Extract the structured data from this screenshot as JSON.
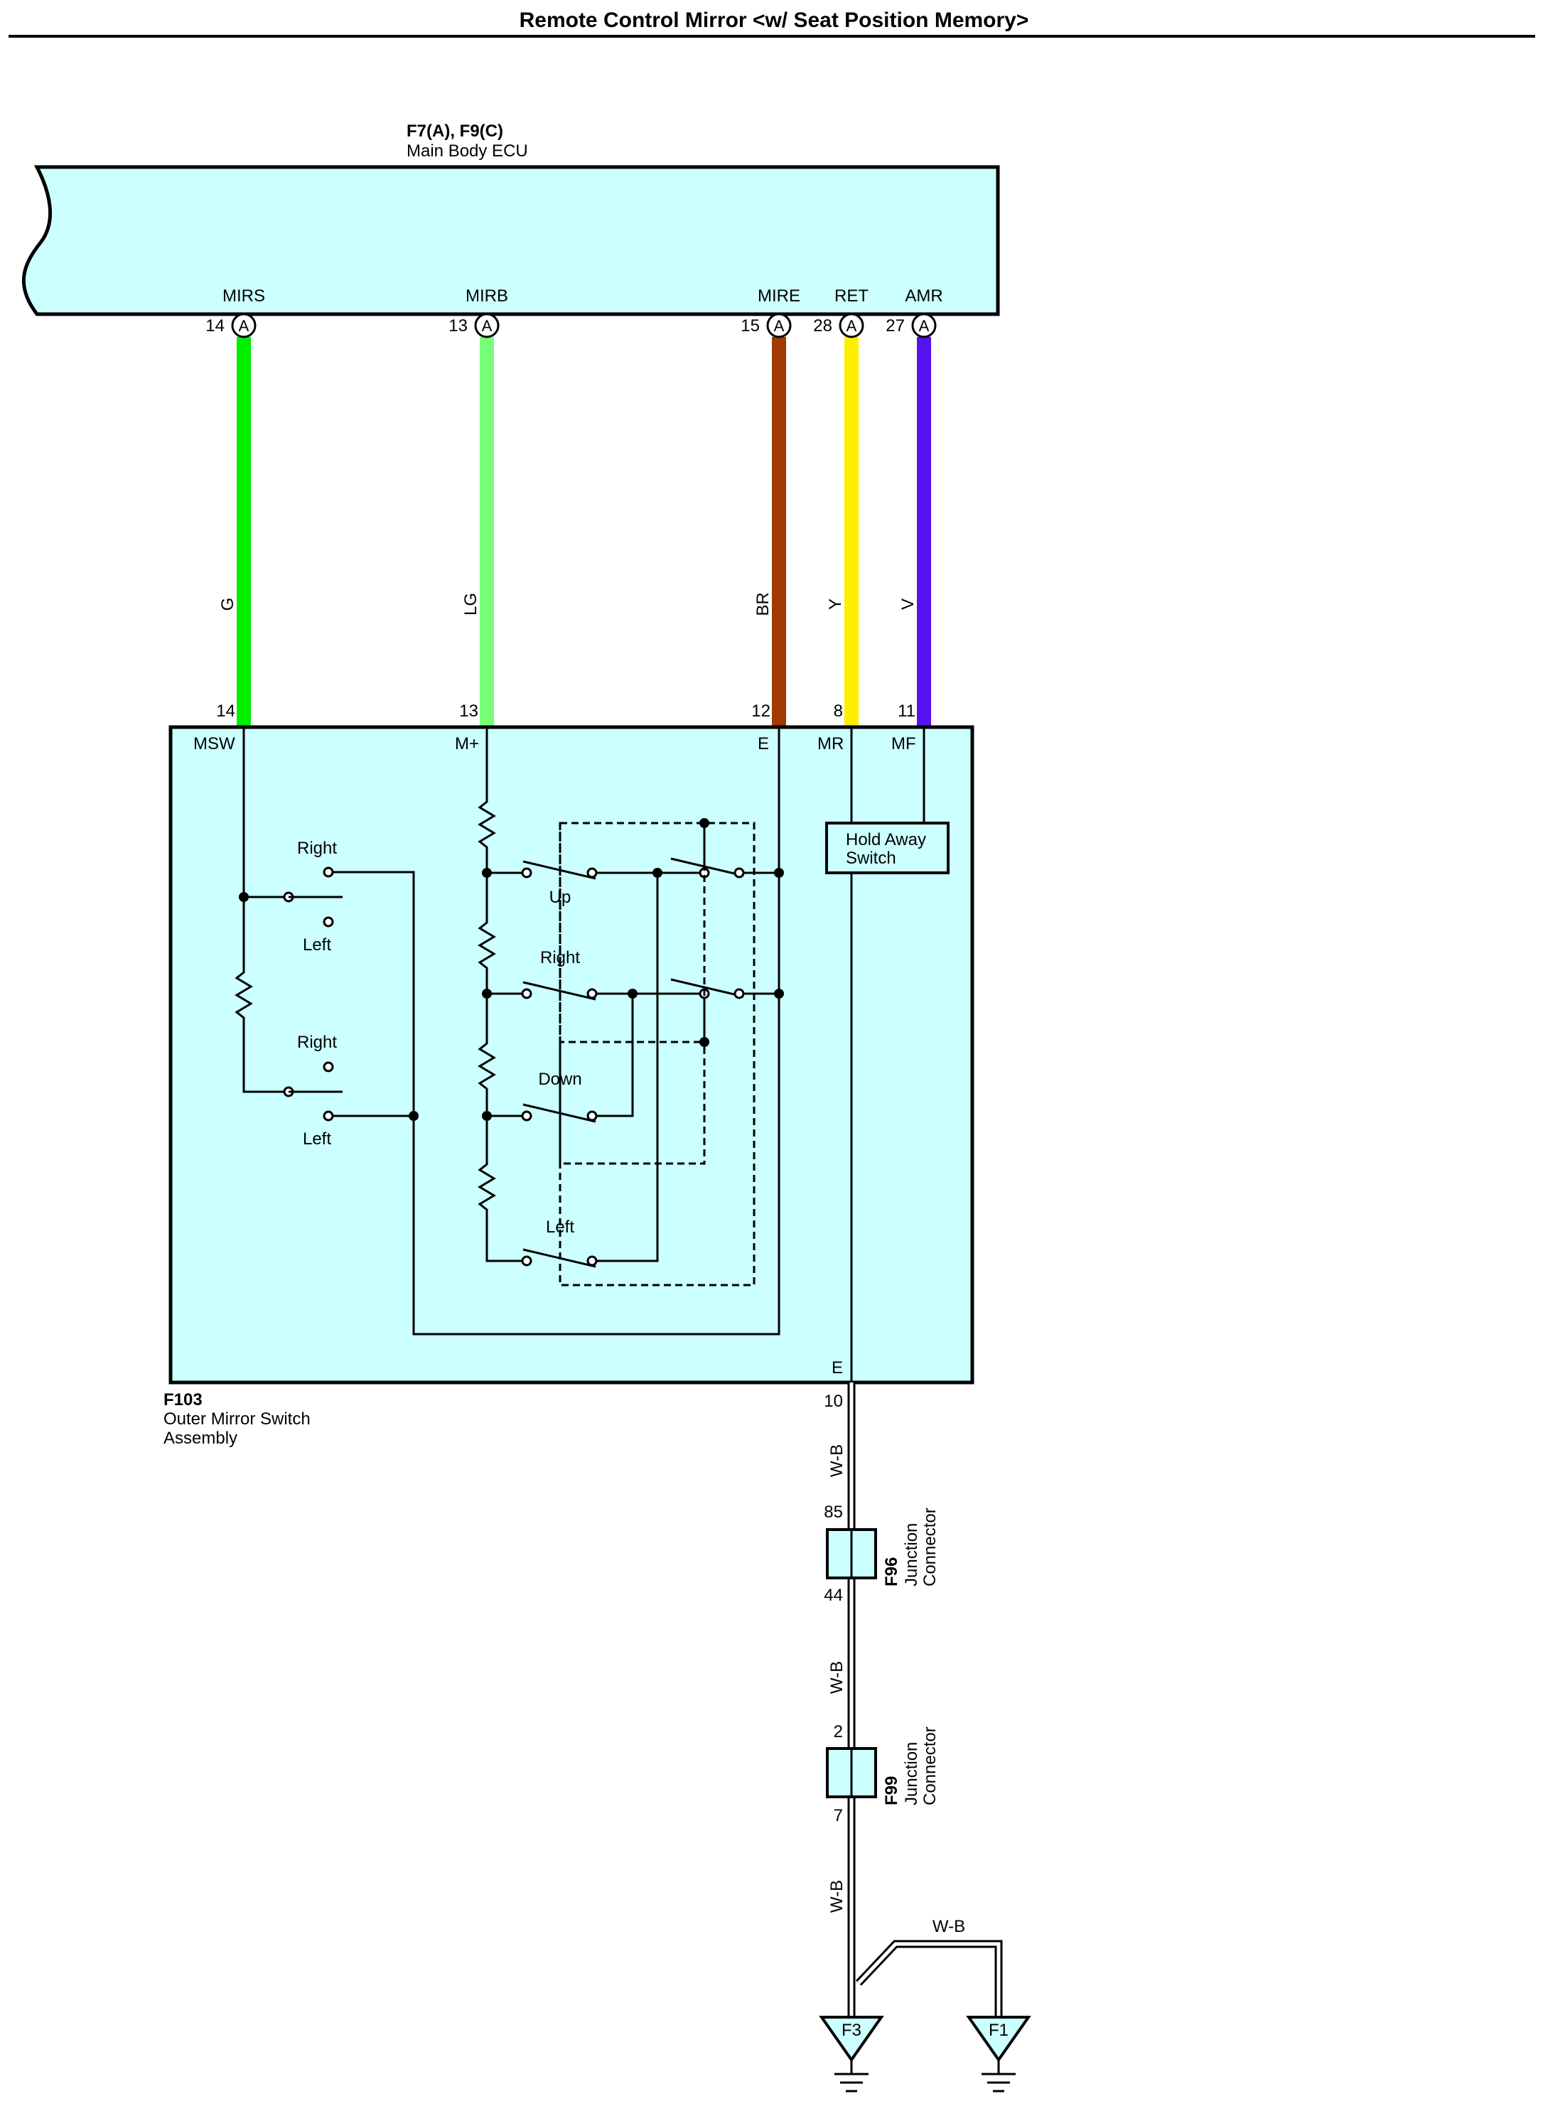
{
  "title": "Remote Control Mirror <w/ Seat Position Memory>",
  "ecu": {
    "code": "F7(A), F9(C)",
    "name": "Main Body ECU",
    "connector_letter": "A",
    "pins": [
      {
        "name": "MIRS",
        "num": "14",
        "color": "G",
        "hex": "#00ee00"
      },
      {
        "name": "MIRB",
        "num": "13",
        "color": "LG",
        "hex": "#77ff77"
      },
      {
        "name": "MIRE",
        "num": "15",
        "color": "BR",
        "hex": "#a03a00"
      },
      {
        "name": "RET",
        "num": "28",
        "color": "Y",
        "hex": "#ffee00"
      },
      {
        "name": "AMR",
        "num": "27",
        "color": "V",
        "hex": "#5511ee"
      }
    ]
  },
  "switch_assembly": {
    "code": "F103",
    "name_line1": "Outer Mirror Switch",
    "name_line2": "Assembly",
    "pins": [
      {
        "name": "MSW",
        "num": "14"
      },
      {
        "name": "M+",
        "num": "13"
      },
      {
        "name": "E",
        "num": "12"
      },
      {
        "name": "MR",
        "num": "8"
      },
      {
        "name": "MF",
        "num": "11"
      }
    ],
    "selector_labels": [
      "Right",
      "Left",
      "Right",
      "Left"
    ],
    "direction_labels": [
      "Up",
      "Right",
      "Down",
      "Left"
    ],
    "hold_away_line1": "Hold Away",
    "hold_away_line2": "Switch",
    "ground_pin_name": "E",
    "ground_pin_num": "10"
  },
  "ground_wire_color": "W-B",
  "junction_f96": {
    "code": "F96",
    "line1": "Junction",
    "line2": "Connector",
    "pin_in": "85",
    "pin_out": "44"
  },
  "junction_f99": {
    "code": "F99",
    "line1": "Junction",
    "line2": "Connector",
    "pin_in": "2",
    "pin_out": "7"
  },
  "grounds": [
    "F3",
    "F1"
  ]
}
